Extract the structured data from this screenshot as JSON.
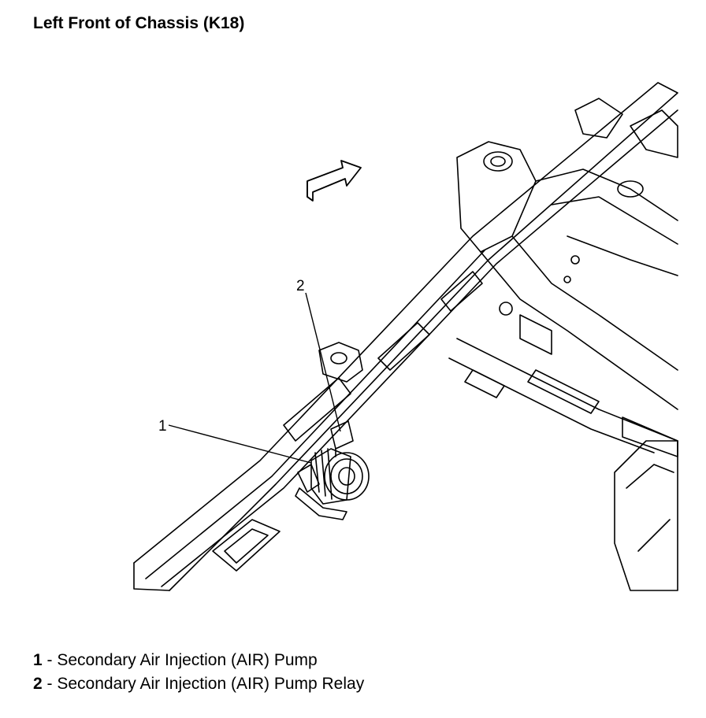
{
  "title": "Left Front of Chassis (K18)",
  "callouts": [
    {
      "number": "1",
      "label": "Secondary Air Injection (AIR) Pump"
    },
    {
      "number": "2",
      "label": "Secondary Air Injection (AIR) Pump Relay"
    }
  ],
  "legend_separator": "-"
}
